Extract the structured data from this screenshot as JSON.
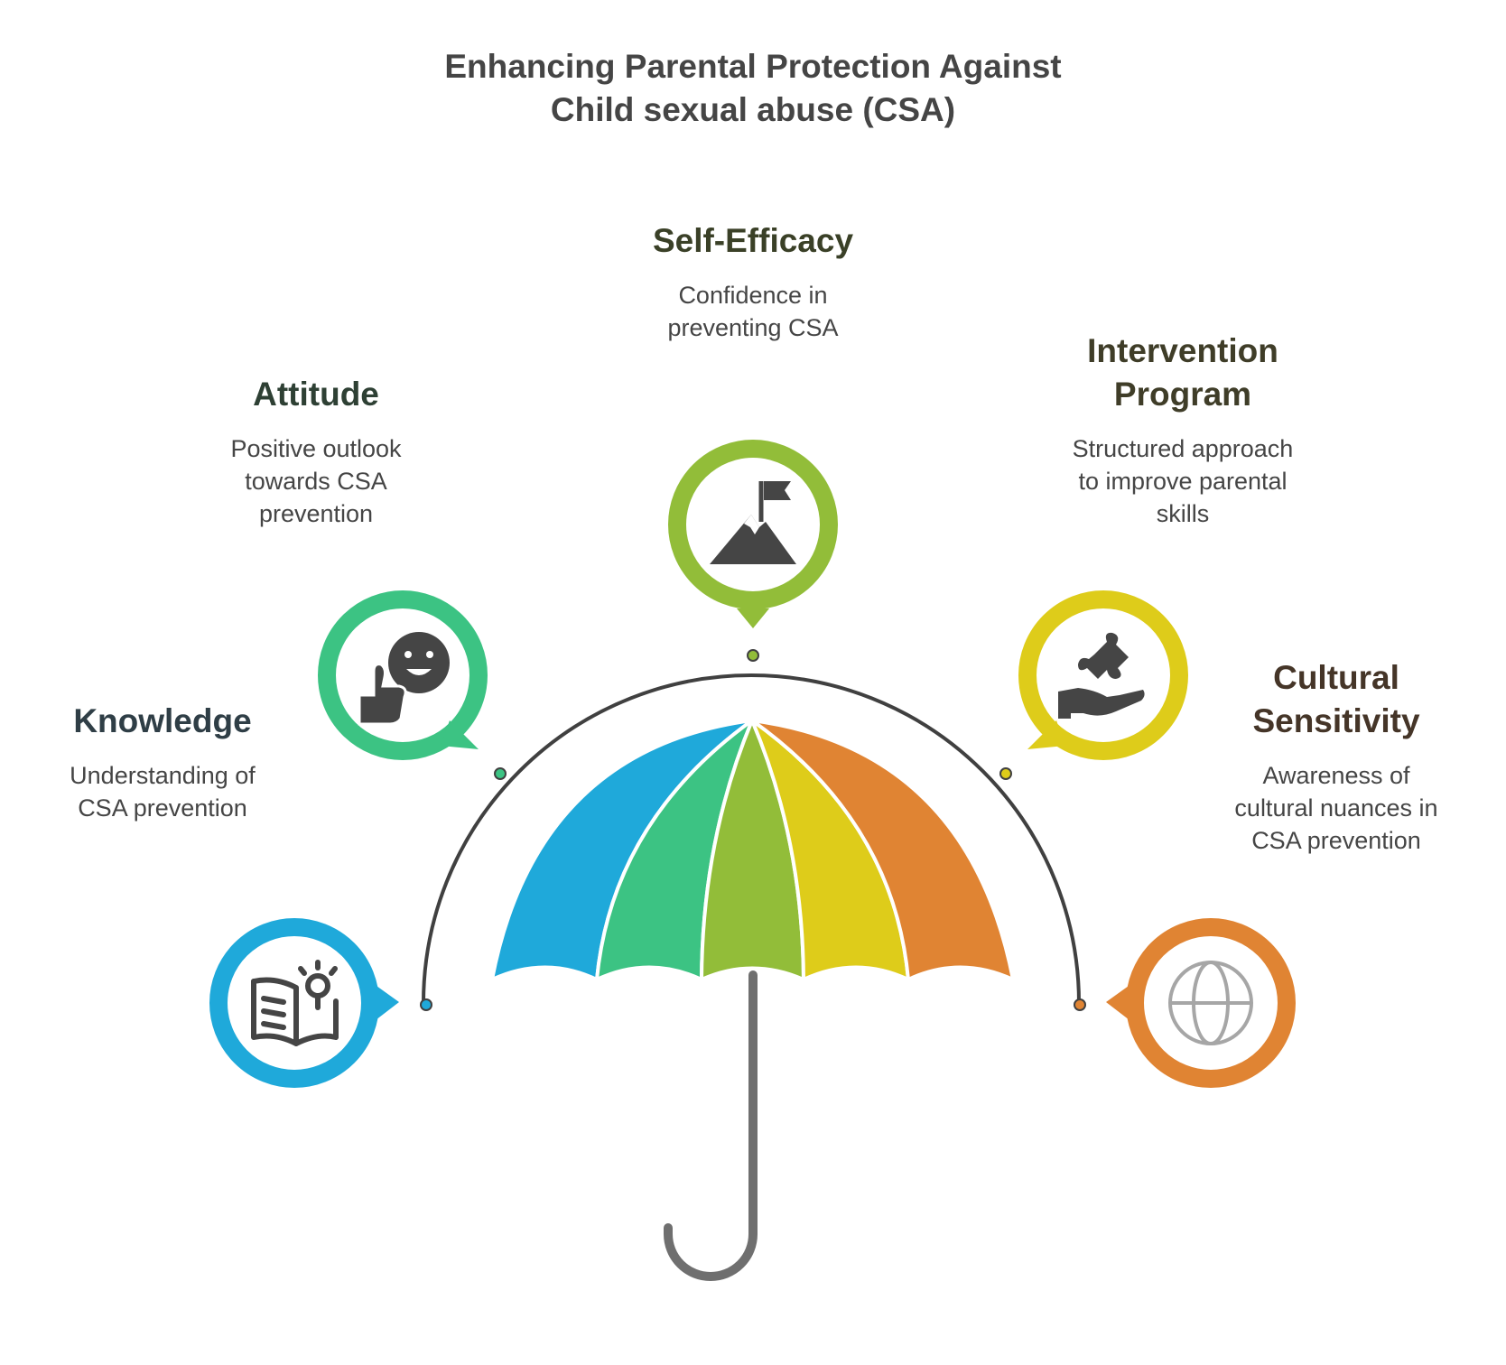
{
  "title": {
    "line1": "Enhancing Parental Protection Against",
    "line2": "Child sexual abuse (CSA)"
  },
  "items": [
    {
      "key": "knowledge",
      "heading": [
        "Knowledge"
      ],
      "description": [
        "Understanding of",
        "CSA prevention"
      ],
      "color": "#1FA9DA",
      "heading_color": "#2F3E46",
      "icon": "book-lightbulb-icon"
    },
    {
      "key": "attitude",
      "heading": [
        "Attitude"
      ],
      "description": [
        "Positive outlook",
        "towards CSA",
        "prevention"
      ],
      "color": "#3CC383",
      "heading_color": "#2E4034",
      "icon": "thumbs-up-smiley-icon"
    },
    {
      "key": "self_efficacy",
      "heading": [
        "Self-Efficacy"
      ],
      "description": [
        "Confidence in",
        "preventing CSA"
      ],
      "color": "#92BD39",
      "heading_color": "#3A4027",
      "icon": "mountain-flag-icon"
    },
    {
      "key": "intervention",
      "heading": [
        "Intervention",
        "Program"
      ],
      "description": [
        "Structured approach",
        "to improve parental",
        "skills"
      ],
      "color": "#DECC1A",
      "heading_color": "#3F3D28",
      "icon": "hand-puzzle-icon"
    },
    {
      "key": "cultural",
      "heading": [
        "Cultural",
        "Sensitivity"
      ],
      "description": [
        "Awareness of",
        "cultural nuances in",
        "CSA prevention"
      ],
      "color": "#E08433",
      "heading_color": "#453528",
      "icon": "globe-icon"
    }
  ],
  "colors": {
    "arc": "#404040",
    "handle": "#6F6F6F",
    "title": "#454545",
    "icon": "#454545",
    "globe": "#A6A6A6"
  }
}
